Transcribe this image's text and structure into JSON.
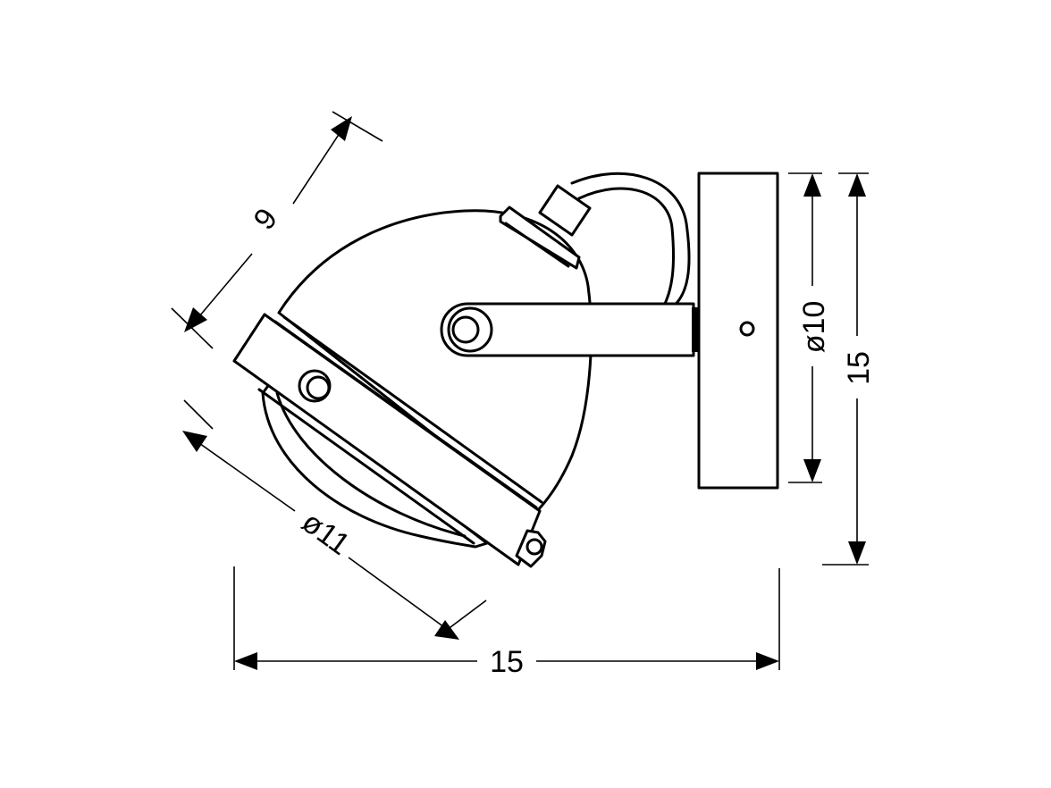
{
  "dimensions": {
    "depth": "9",
    "shade_diameter": "ø11",
    "width": "15",
    "base_diameter": "ø10",
    "height": "15"
  }
}
